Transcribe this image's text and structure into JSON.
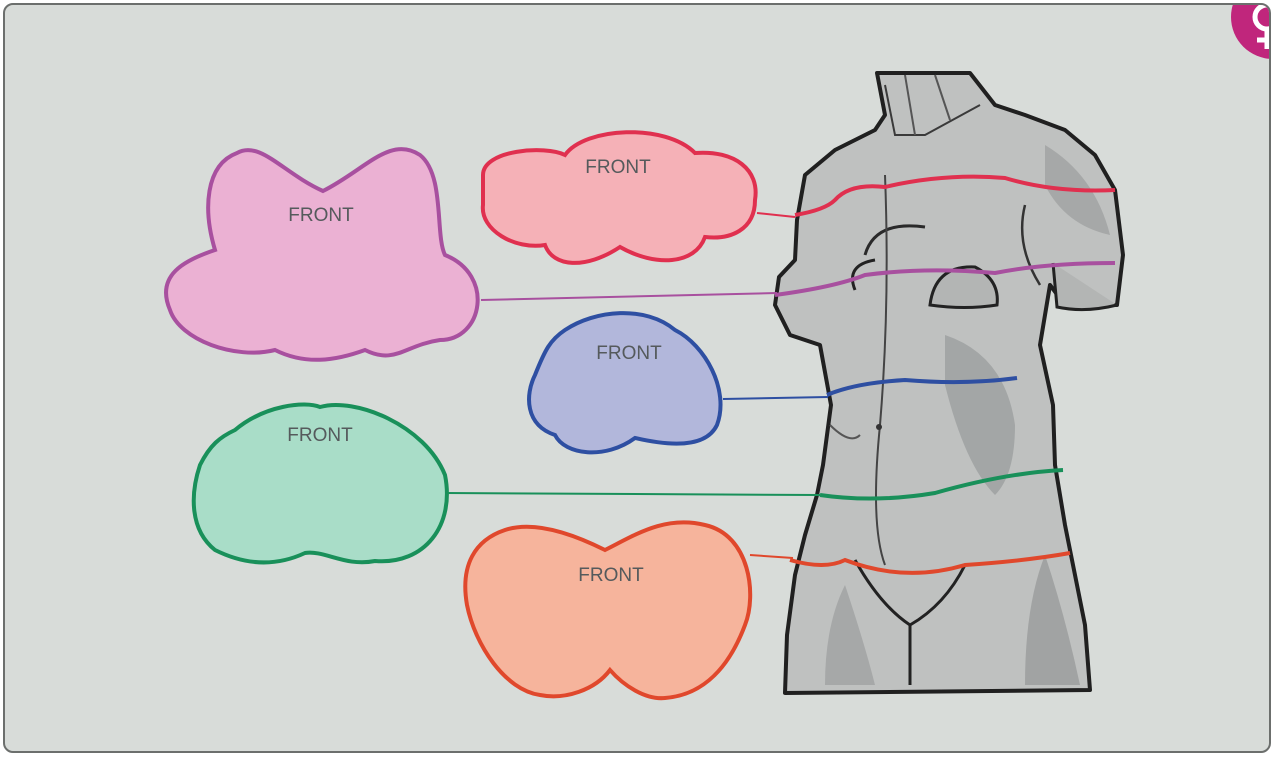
{
  "diagram": {
    "cross_sections": [
      {
        "id": "chest",
        "label": "FRONT",
        "fill": "#f5b1b7",
        "stroke": "#e0304f"
      },
      {
        "id": "breast",
        "label": "FRONT",
        "fill": "#ebb1d3",
        "stroke": "#a8509f"
      },
      {
        "id": "ribcage",
        "label": "FRONT",
        "fill": "#b2b7db",
        "stroke": "#2e4fa2"
      },
      {
        "id": "waist",
        "label": "FRONT",
        "fill": "#a9ddc8",
        "stroke": "#19905a"
      },
      {
        "id": "hips",
        "label": "FRONT",
        "fill": "#f6b49c",
        "stroke": "#e0482c"
      }
    ],
    "badge": {
      "icon": "female-symbol-icon",
      "color": "#c0267c"
    }
  }
}
